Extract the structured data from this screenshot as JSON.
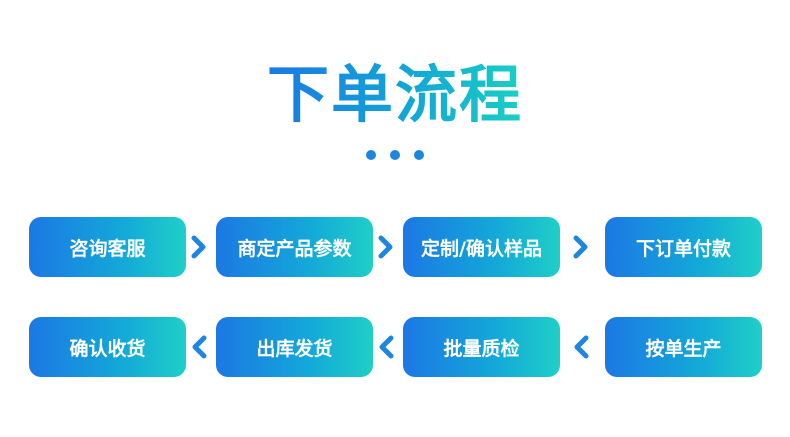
{
  "title": "下单流程",
  "colors": {
    "gradient_start": "#1c78e4",
    "gradient_end": "#1fcfc7",
    "dot": "#1e86e0",
    "arrow": "#1e86e0"
  },
  "row1": {
    "steps": [
      "咨询客服",
      "商定产品参数",
      "定制/确认样品",
      "下订单付款"
    ],
    "arrow_direction": "right"
  },
  "row2": {
    "steps": [
      "确认收货",
      "出库发货",
      "批量质检",
      "按单生产"
    ],
    "arrow_direction": "left"
  }
}
